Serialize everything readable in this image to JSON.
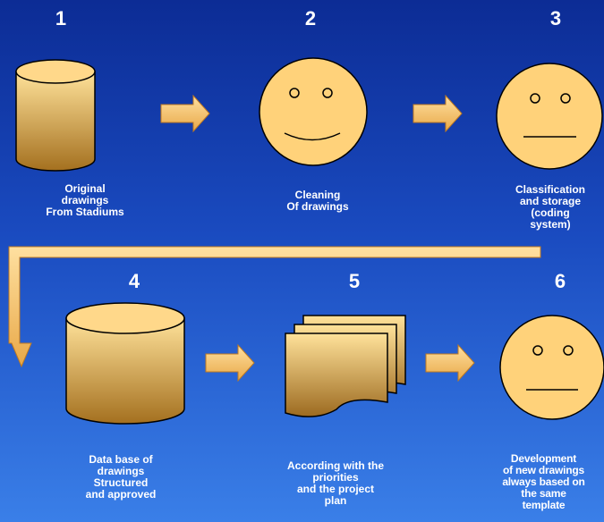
{
  "steps": [
    {
      "number": "1",
      "caption": "Original\ndrawings\nFrom Stadiums",
      "icon": "cylinder-database-icon"
    },
    {
      "number": "2",
      "caption": "Cleaning\nOf drawings",
      "icon": "smiley-face-icon"
    },
    {
      "number": "3",
      "caption": "Classification\nand storage\n(coding\nsystem)",
      "icon": "neutral-face-icon"
    },
    {
      "number": "4",
      "caption": "Data base of\ndrawings\nStructured\nand approved",
      "icon": "cylinder-database-icon"
    },
    {
      "number": "5",
      "caption": "According with the\npriorities\nand the project\nplan",
      "icon": "stacked-documents-icon"
    },
    {
      "number": "6",
      "caption": "Development\nof new drawings\nalways based on\nthe same\ntemplate",
      "icon": "neutral-face-icon"
    }
  ],
  "colors": {
    "shape_light": "#ffd98a",
    "shape_dark": "#a66f22",
    "arrow_fill": "#f5c16a",
    "outline": "#000000",
    "text": "#ffffff"
  }
}
